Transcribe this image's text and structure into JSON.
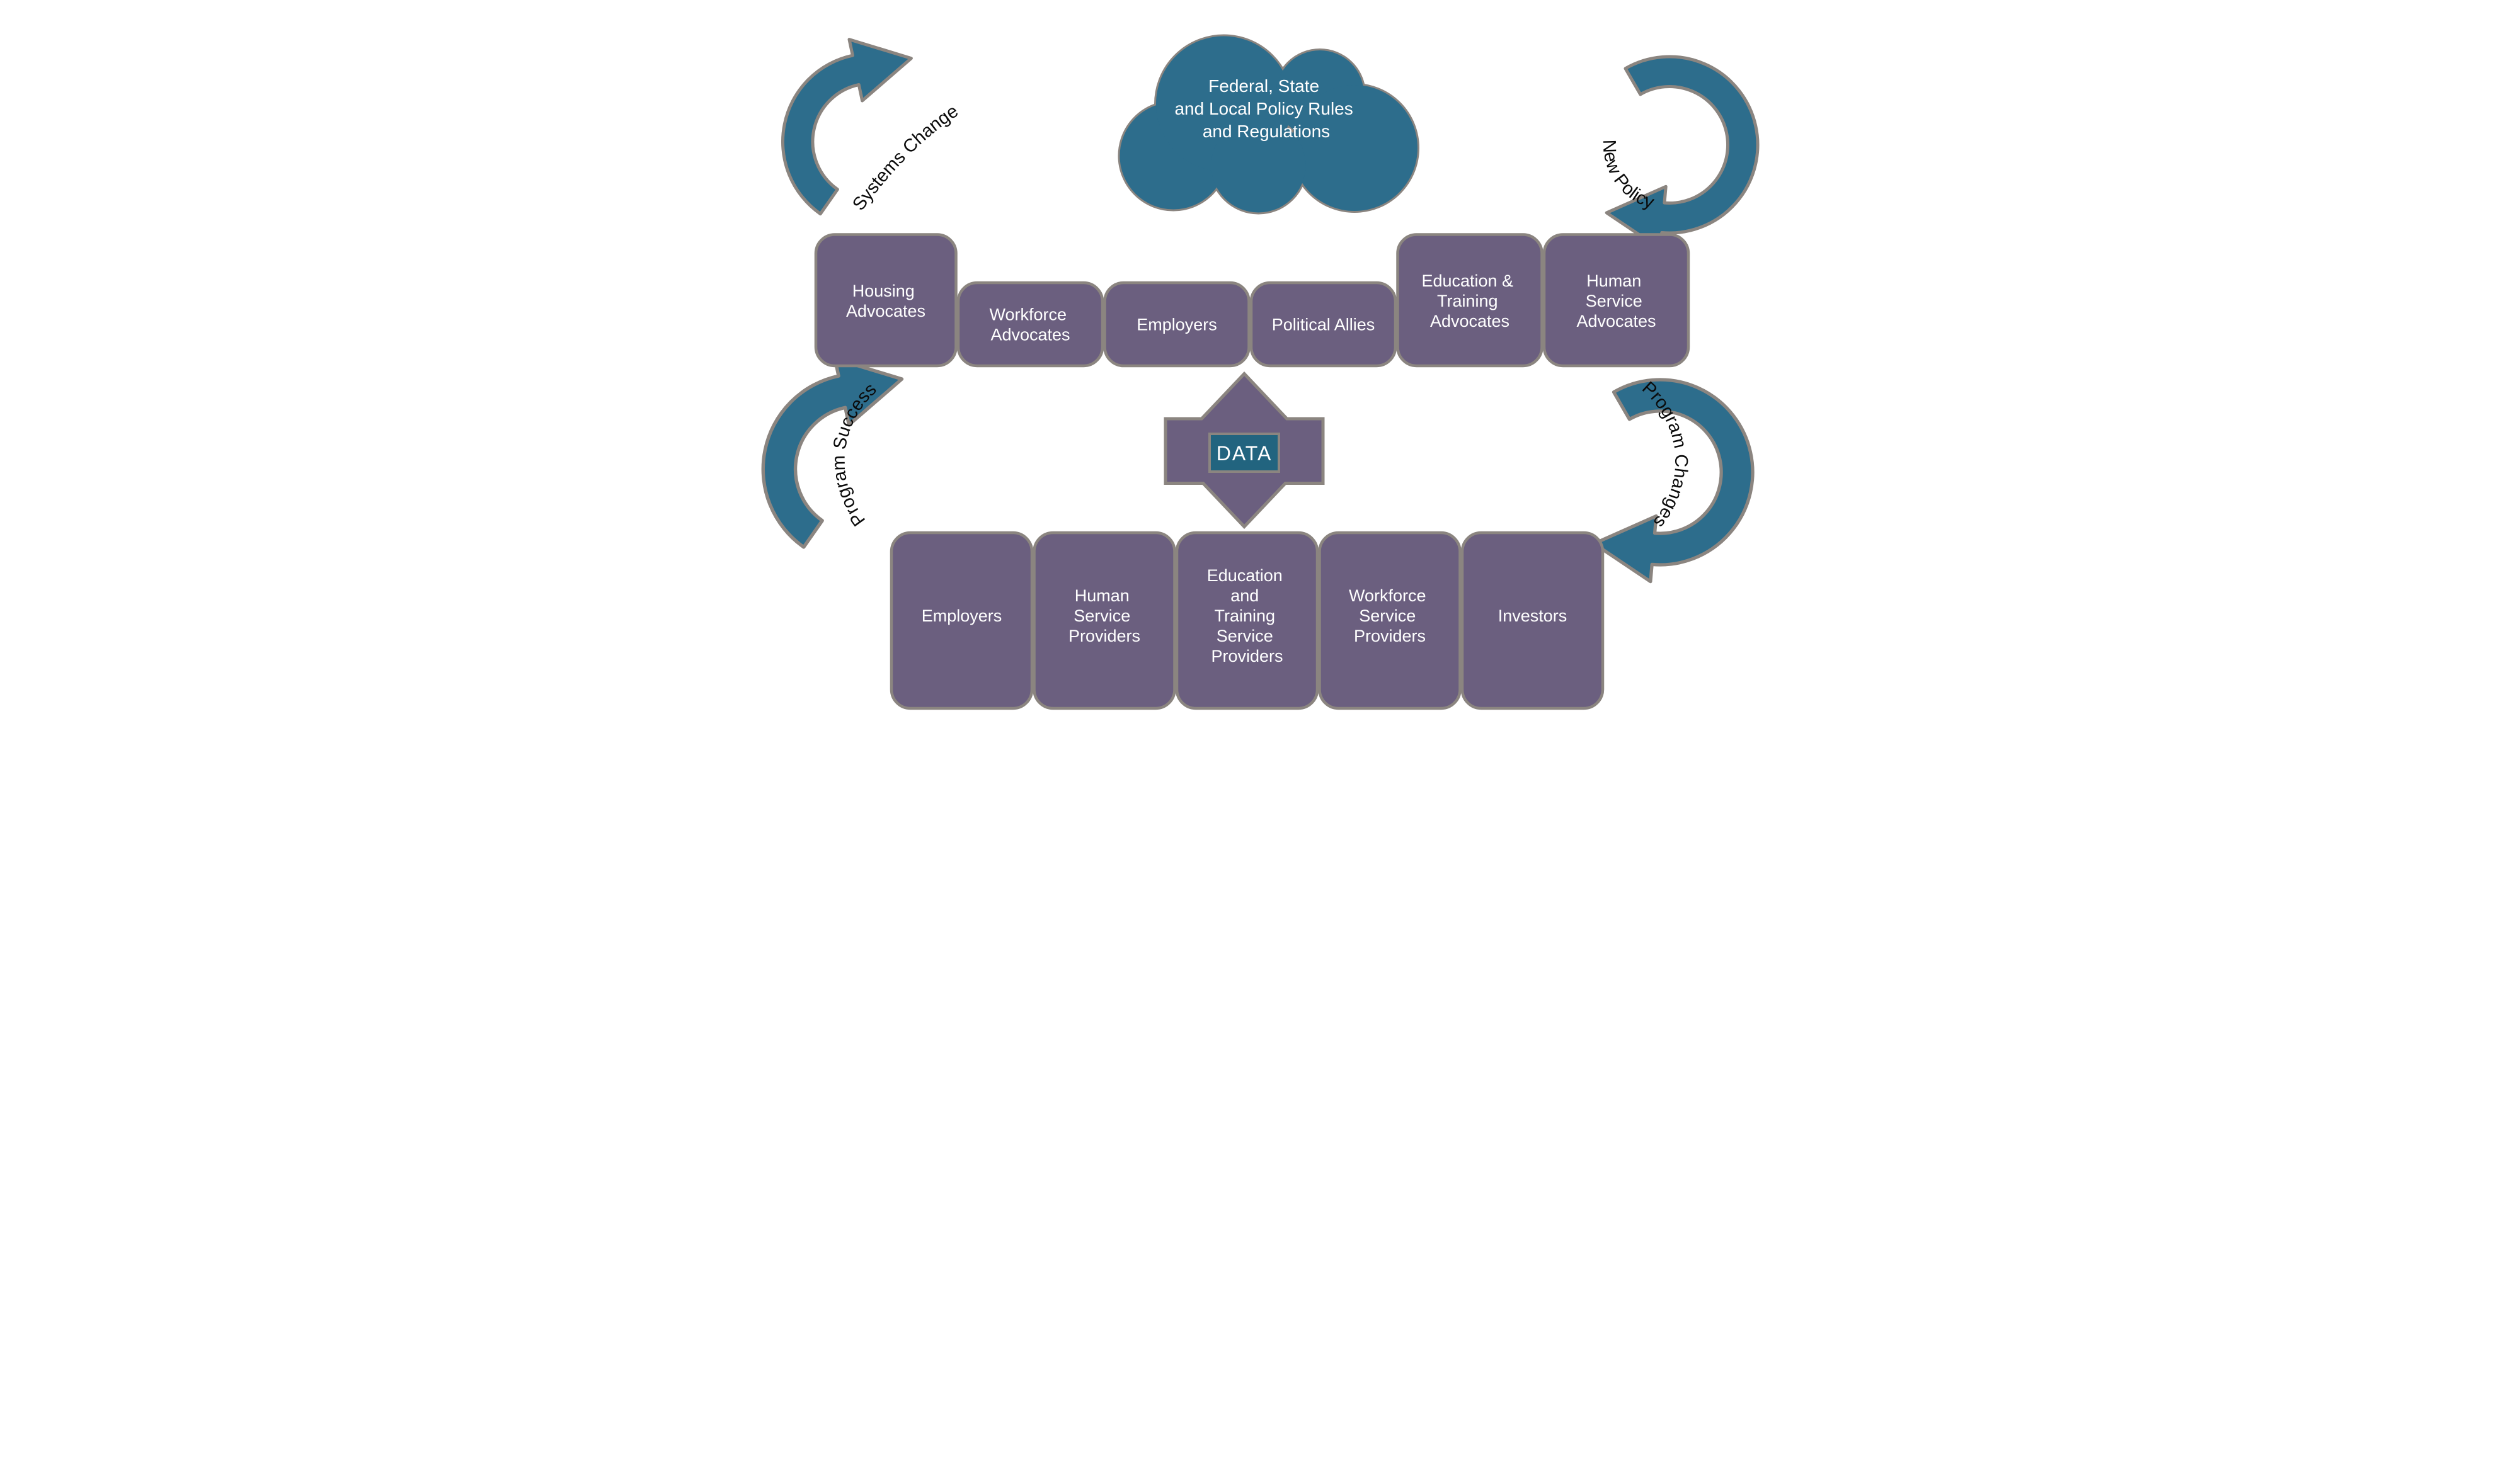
{
  "colors": {
    "teal": "#2D6D8C",
    "purple": "#6B5F7F",
    "outline_gray": "#8B8580",
    "data_box_teal": "#22647F",
    "label_light": "#FFFFFF",
    "label_dark": "#0A0A0A",
    "background": "#FFFFFF"
  },
  "cloud": {
    "lines": [
      "Federal, State",
      "and Local Policy Rules",
      "and Regulations"
    ]
  },
  "cycle_labels": {
    "systems_change": "Systems Change",
    "new_policy": "New Policy",
    "program_success": "Program Success",
    "program_changes": "Program Changes"
  },
  "center": {
    "data_label": "DATA"
  },
  "top_row": {
    "items": [
      {
        "id": "housing-advocates",
        "lines": [
          "Housing",
          "Advocates"
        ]
      },
      {
        "id": "workforce-advocates",
        "lines": [
          "Workforce",
          "Advocates"
        ]
      },
      {
        "id": "employers",
        "lines": [
          "Employers"
        ]
      },
      {
        "id": "political-allies",
        "lines": [
          "Political Allies"
        ]
      },
      {
        "id": "education-training-advocates",
        "lines": [
          "Education &",
          "Training",
          "Advocates"
        ]
      },
      {
        "id": "human-service-advocates",
        "lines": [
          "Human",
          "Service",
          "Advocates"
        ]
      }
    ]
  },
  "bottom_row": {
    "items": [
      {
        "id": "employers",
        "lines": [
          "Employers"
        ]
      },
      {
        "id": "human-service-providers",
        "lines": [
          "Human",
          "Service",
          "Providers"
        ]
      },
      {
        "id": "education-training-service-providers",
        "lines": [
          "Education",
          "and",
          "Training",
          "Service",
          "Providers"
        ]
      },
      {
        "id": "workforce-service-providers",
        "lines": [
          "Workforce",
          "Service",
          "Providers"
        ]
      },
      {
        "id": "investors",
        "lines": [
          "Investors"
        ]
      }
    ]
  }
}
